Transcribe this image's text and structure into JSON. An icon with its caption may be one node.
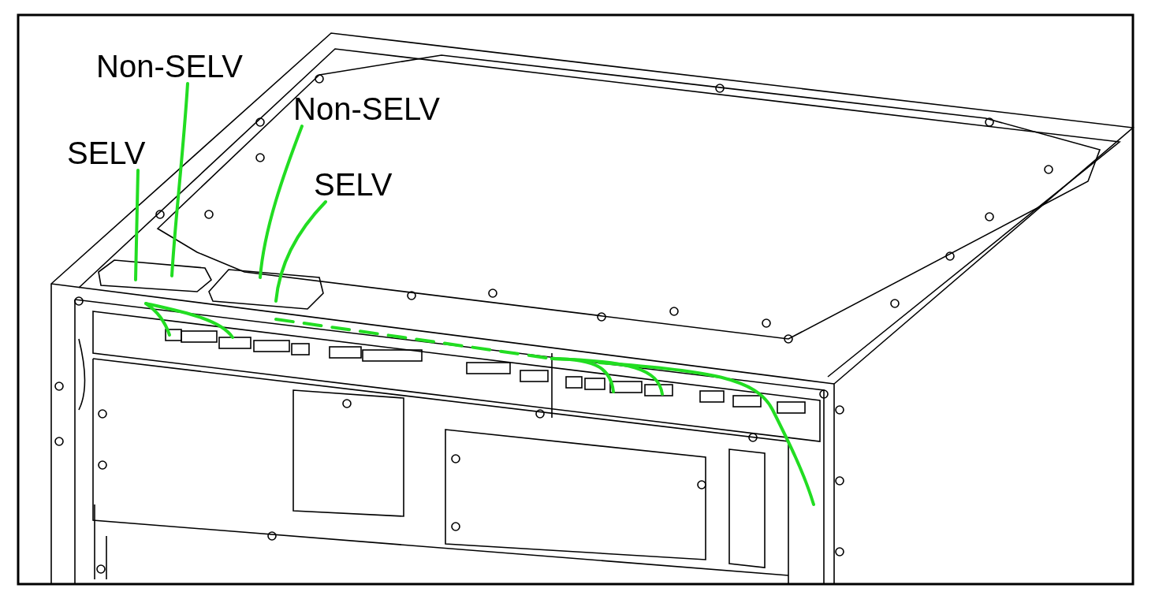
{
  "diagram": {
    "nodes": [
      {
        "text": [
          "Non-SELV"
        ]
      },
      {
        "text": [
          "SELV"
        ]
      },
      {
        "text": [
          "Non-SELV"
        ]
      },
      {
        "text": [
          "SELV"
        ]
      }
    ],
    "edges": [
      {
        "from": 0,
        "to": null,
        "arrow": "none"
      },
      {
        "from": 1,
        "to": null,
        "arrow": "none"
      },
      {
        "from": 2,
        "to": null,
        "arrow": "none"
      },
      {
        "from": 3,
        "to": null,
        "arrow": "none"
      }
    ]
  }
}
